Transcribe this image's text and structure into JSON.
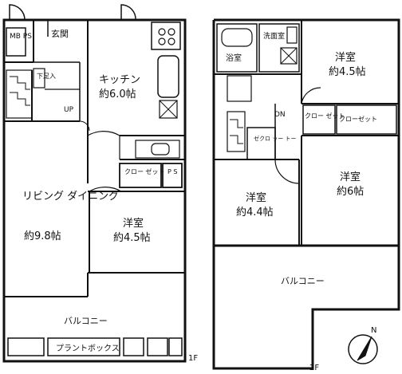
{
  "floor1": {
    "label": "1F",
    "rooms": {
      "mb_ps": "MB\nPS",
      "entrance": "玄関",
      "shoe_box": "下足入",
      "up": "UP",
      "kitchen": "キッチン",
      "kitchen_size": "約6.0帖",
      "closet": "クロー\nゼット",
      "ps": "P\nS",
      "living": "リビング\nダイニング",
      "living_size": "約9.8帖",
      "western": "洋室",
      "western_size": "約4.5帖",
      "balcony": "バルコニー",
      "planter": "プラントボックス"
    }
  },
  "floor2": {
    "label": "2F",
    "rooms": {
      "bath": "浴室",
      "wash": "洗面室",
      "western_a": "洋室",
      "western_a_size": "約4.5帖",
      "dn": "DN",
      "closet_a": "クロー\nゼット",
      "closet_b": "クローゼット",
      "closet_c": "ゼクロ\nッー\nトー",
      "western_b": "洋室",
      "western_b_size": "約4.4帖",
      "western_c": "洋室",
      "western_c_size": "約6帖",
      "balcony": "バルコニー"
    }
  },
  "compass": {
    "label": "N"
  }
}
